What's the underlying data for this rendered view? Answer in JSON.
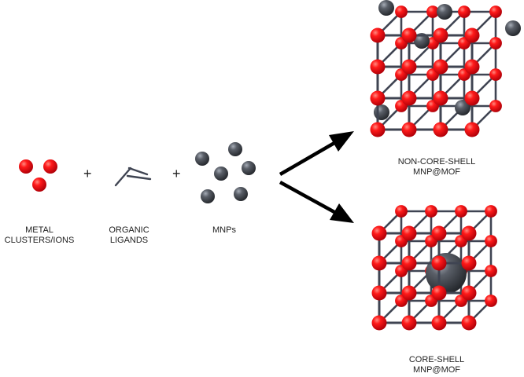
{
  "reactants": {
    "metal": {
      "line1": "METAL",
      "line2": "CLUSTERS/IONS"
    },
    "ligands": {
      "line1": "ORGANIC",
      "line2": "LIGANDS"
    },
    "mnps": {
      "label": "MNPs"
    }
  },
  "plus_sign": "+",
  "products": {
    "non_core_shell": {
      "line1": "NON-CORE-SHELL",
      "line2": "MNP@MOF"
    },
    "core_shell": {
      "line1": "CORE-SHELL",
      "line2": "MNP@MOF"
    }
  },
  "colors": {
    "metal_node": "#e8101a",
    "mnp_sphere": "#4b4e55",
    "framework_rod": "#3f4452",
    "arrow": "#000000"
  }
}
